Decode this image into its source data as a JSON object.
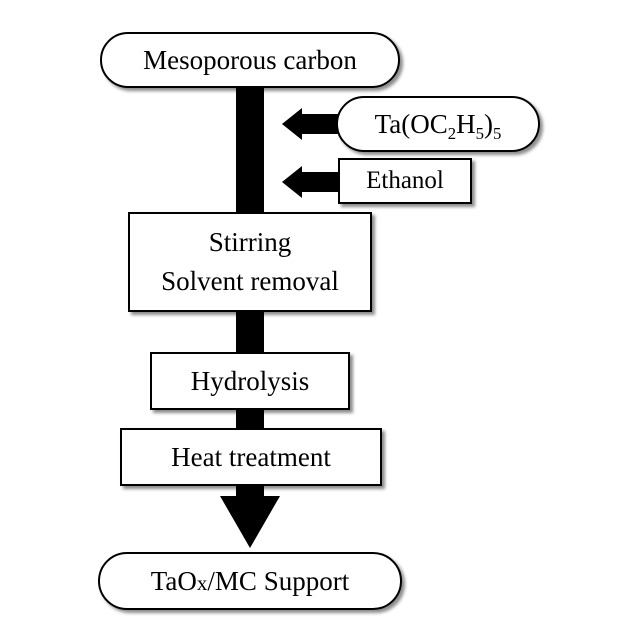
{
  "diagram": {
    "start_node": {
      "label": "Mesoporous carbon"
    },
    "inputs": [
      {
        "prefix": "Ta(OC",
        "sub1": "2",
        "mid": "H",
        "sub2": "5",
        "suffix": ")",
        "sub3": "5"
      },
      {
        "label": "Ethanol"
      }
    ],
    "steps": [
      {
        "line1": "Stirring",
        "line2": "Solvent removal"
      },
      {
        "label": "Hydrolysis"
      },
      {
        "label": "Heat treatment"
      }
    ],
    "end_node": {
      "prefix": "TaO",
      "x": "x",
      "suffix": "/MC Support"
    }
  },
  "colors": {
    "line": "#000000",
    "box_border": "#000000",
    "box_fill": "#ffffff",
    "shadow": "#737373"
  }
}
